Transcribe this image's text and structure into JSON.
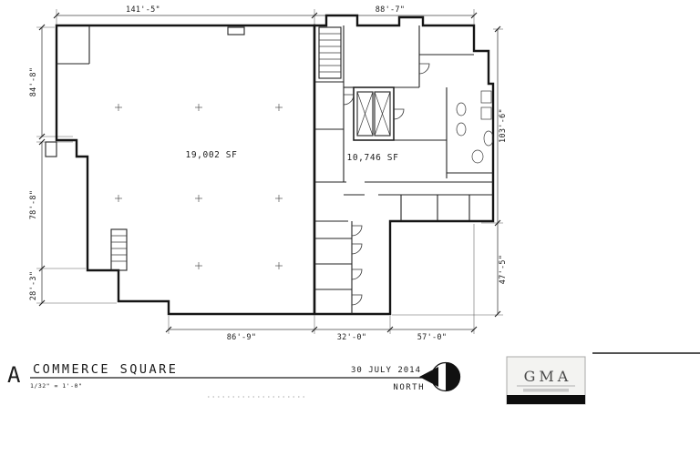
{
  "drawing": {
    "sheet_letter": "A",
    "title": "COMMERCE SQUARE",
    "scale_note": "1/32\" = 1'-0\"",
    "date": "30 JULY 2014",
    "north_label": "NORTH",
    "areas": {
      "left": "19,002 SF",
      "right": "10,746 SF"
    },
    "dimensions": {
      "top_left": "141'-5\"",
      "top_right": "88'-7\"",
      "left_upper": "84'-8\"",
      "left_middle": "78'-8\"",
      "left_lower": "28'-3\"",
      "right_upper": "103'-6\"",
      "right_lower": "47'-5\"",
      "bottom_left": "86'-9\"",
      "bottom_middle": "32'-0\"",
      "bottom_right": "57'-0\""
    },
    "logo": {
      "name": "GMA"
    },
    "line_color": "#1c1c1c"
  }
}
